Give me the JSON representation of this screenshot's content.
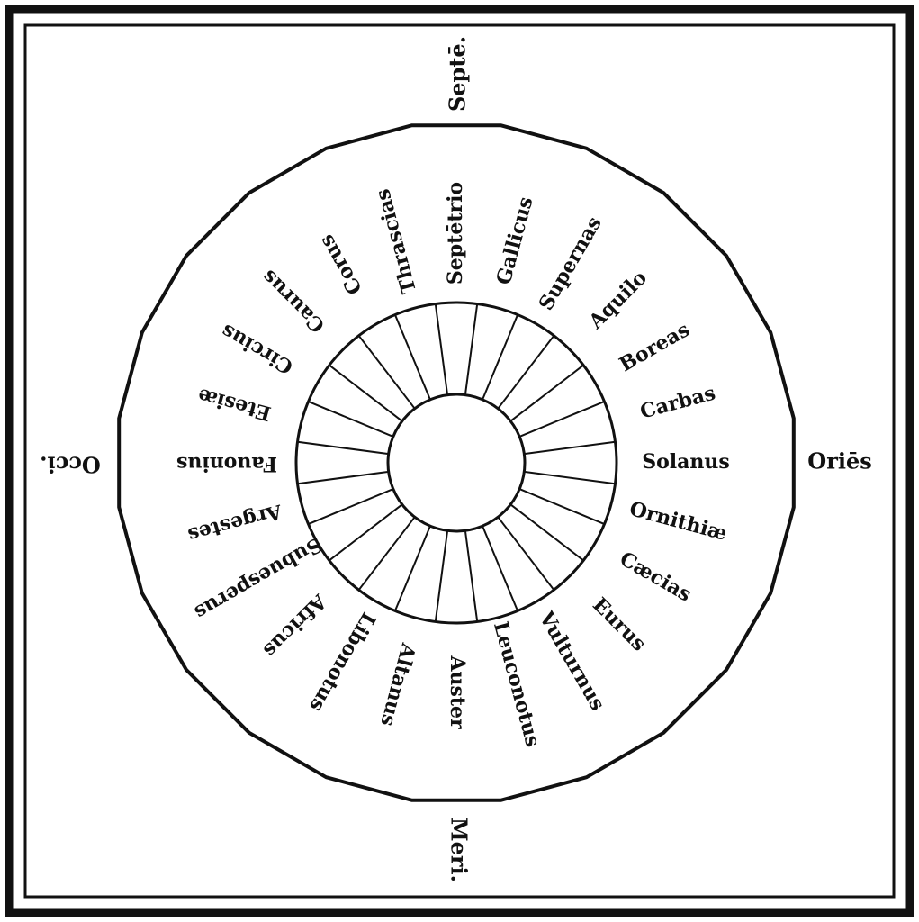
{
  "diagram": {
    "cardinals": {
      "north": "Septē.",
      "east": "Oriēs",
      "south": "Meri.",
      "west": "Occi."
    },
    "winds": [
      "Septētrio",
      "Gallicus",
      "Supernas",
      "Aquilo",
      "Boreas",
      "Carbas",
      "Solanus",
      "Ornithiæ",
      "Cæcias",
      "Eurus",
      "Vulturnus",
      "Leuconotus",
      "Auster",
      "Altanus",
      "Libonotus",
      "Africus",
      "Subuesperus",
      "Argestes",
      "Fauonius",
      "Etesiæ",
      "Circius",
      "Caurus",
      "Corus",
      "Thrascias"
    ],
    "colors": {
      "ink": "#111111",
      "paper": "#ffffff"
    }
  }
}
